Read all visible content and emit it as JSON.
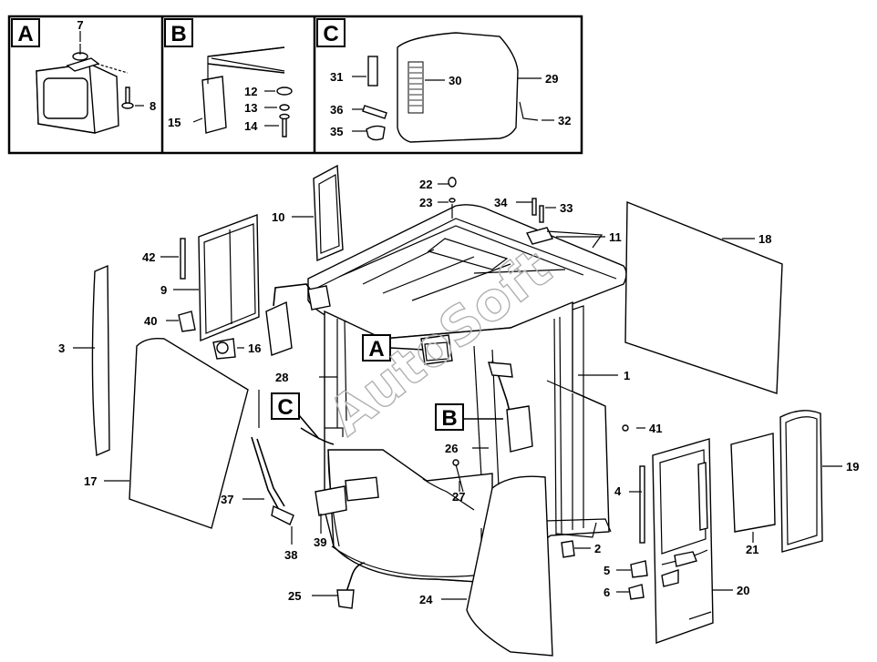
{
  "insets": [
    {
      "letter": "A",
      "parts": [
        "7",
        "8"
      ]
    },
    {
      "letter": "B",
      "parts": [
        "12",
        "13",
        "14",
        "15"
      ]
    },
    {
      "letter": "C",
      "parts": [
        "29",
        "30",
        "31",
        "32",
        "35",
        "36"
      ]
    }
  ],
  "callouts": [
    "A",
    "B",
    "C"
  ],
  "labels": {
    "p1": "1",
    "p2": "2",
    "p3": "3",
    "p4": "4",
    "p5": "5",
    "p6": "6",
    "p7": "7",
    "p8": "8",
    "p9": "9",
    "p10": "10",
    "p11": "11",
    "p12": "12",
    "p13": "13",
    "p14": "14",
    "p15": "15",
    "p16": "16",
    "p17": "17",
    "p18": "18",
    "p19": "19",
    "p20": "20",
    "p21": "21",
    "p22": "22",
    "p23": "23",
    "p24": "24",
    "p25": "25",
    "p26": "26",
    "p27": "27",
    "p28": "28",
    "p29": "29",
    "p30": "30",
    "p31": "31",
    "p32": "32",
    "p33": "33",
    "p34": "34",
    "p35": "35",
    "p36": "36",
    "p37": "37",
    "p38": "38",
    "p39": "39",
    "p40": "40",
    "p41": "41",
    "p42": "42"
  },
  "watermark": "AutoSoft"
}
